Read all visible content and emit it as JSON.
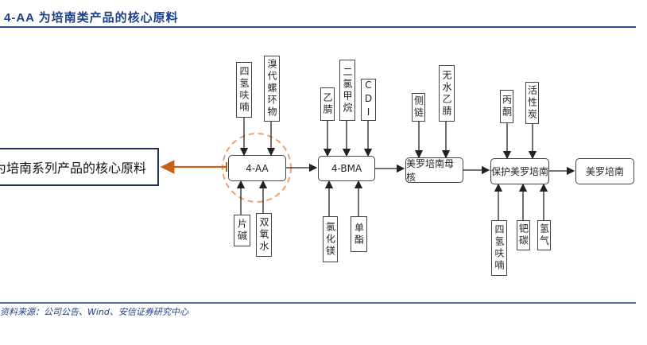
{
  "header": {
    "title": "4-AA 为培南类产品的核心原料"
  },
  "callout": {
    "text": "为培南系列产品的核心原料"
  },
  "nodes": {
    "aa": {
      "label": "4-AA",
      "top_inputs": [
        "四氢呋喃",
        "溴代螺环物"
      ],
      "bottom_inputs": [
        "片碱",
        "双氧水"
      ]
    },
    "bma": {
      "label": "4-BMA",
      "top_inputs": [
        "乙腈",
        "二氯甲烷",
        "CDI"
      ],
      "bottom_inputs": [
        "氯化镁",
        "单酯"
      ]
    },
    "core": {
      "label": "美罗培南母核",
      "top_inputs": [
        "侧链",
        "无水乙腈"
      ]
    },
    "prot": {
      "label": "保护美罗培南",
      "top_inputs": [
        "丙酮",
        "活性炭"
      ],
      "bottom_inputs": [
        "四氢呋喃",
        "钯碳",
        "氢气"
      ]
    },
    "final": {
      "label": "美罗培南"
    }
  },
  "footer": {
    "source": "资料来源：公司公告、Wind、安信证券研究中心"
  },
  "colors": {
    "title": "#1a3f8f",
    "highlight": "#f0a070",
    "callout_arrow": "#c8601a",
    "callout_border": "#1f2f5f"
  }
}
